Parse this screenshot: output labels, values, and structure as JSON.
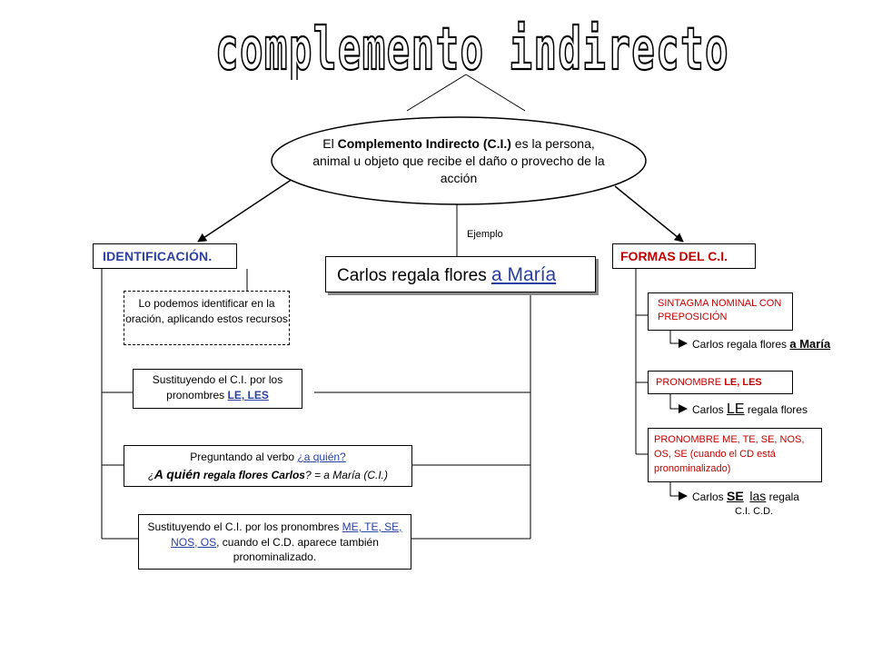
{
  "title": "complemento indirecto",
  "definition": {
    "pre": "El ",
    "bold": "Complemento Indirecto (C.I.)",
    "post": " es la persona, animal u objeto que recibe el daño o provecho de la acción"
  },
  "example_label": "Ejemplo",
  "example": {
    "text": "Carlos regala flores ",
    "emph": "a María"
  },
  "identificacion": {
    "header": "IDENTIFICACIÓN.",
    "note": "Lo podemos identificar en la oración, aplicando estos recursos",
    "method1": {
      "text": "Sustituyendo el C.I.  por los pronombres ",
      "link": "LE, LES"
    },
    "method2": {
      "line1_pre": "Preguntando al verbo ",
      "line1_link": "¿a quién?",
      "line2_q": "¿",
      "line2_bold": "A quién",
      "line2_mid": " regala flores Carlos",
      "line2_end": "? = a María (C.I.)"
    },
    "method3": {
      "pre": "Sustituyendo el C.I. por los pronombres ",
      "link": "ME, TE, SE, NOS, OS",
      "post": ", cuando el C.D. aparece también pronominalizado."
    }
  },
  "formas": {
    "header": "FORMAS DEL C.I.",
    "items": [
      {
        "label": "SINTAGMA NOMINAL CON PREPOSICIÓN",
        "example_pre": "Carlos regala flores ",
        "example_emph": "a María"
      },
      {
        "label_pre": "PRONOMBRE ",
        "label_bold": "LE, LES",
        "example_pre": "Carlos ",
        "example_emph": "LE",
        "example_post": " regala flores"
      },
      {
        "label_pre": "PRONOMBRE   ME, TE, SE, NOS, OS, SE ",
        "label_post": "(cuando el CD está  pronominalizado)",
        "example_pre": "Carlos ",
        "example_se": "SE",
        "example_las": "las",
        "example_post": " regala",
        "example_sub": "C.I.   C.D."
      }
    ]
  }
}
